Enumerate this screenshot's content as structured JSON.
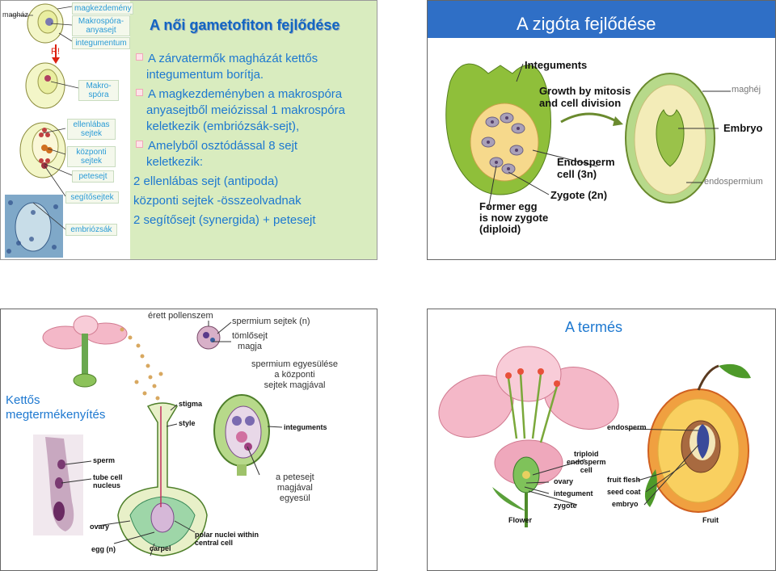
{
  "panel1": {
    "title": "A női gametofiton fejlődése",
    "side_labels": {
      "maghaz": "magház",
      "magkezdemeny": "magkezdemény",
      "makrospora_anyasejt": "Makrospóra-\nanyasejt",
      "integumentum": "integumentum",
      "r": "R!",
      "makrospora": "Makro-\nspóra",
      "ellenlabas": "ellenlábas\nsejtek",
      "kozponti": "központi\nsejtek",
      "petesejt": "petesejt",
      "segitosejtek": "segítősejtek",
      "embriozsak": "embriózsák"
    },
    "bullets": [
      "A zárvatermők magházát kettős",
      "integumentum borítja.",
      "A magkezdeményben a makrospóra",
      "anyasejtből meiózissal  1 makrospóra",
      "keletkezik (embriózsák-sejt),",
      "Amelyből osztódással 8 sejt",
      "keletkezik:"
    ],
    "plain_lines": [
      "2 ellenlábas sejt (antipoda)",
      "központi sejtek -összeolvadnak",
      "2 segítősejt (synergida) + petesejt"
    ]
  },
  "panel2": {
    "title": "A zigóta fejlődése",
    "labels": {
      "integuments": "Integuments",
      "growth": "Growth by mitosis\nand cell division",
      "maghej": "maghéj",
      "embryo": "Embryo",
      "endosperm": "Endosperm\ncell (3n)",
      "endospermium": "endospermium",
      "zygote": "Zygote (2n)",
      "former_egg": "Former egg\nis now zygote\n(diploid)"
    }
  },
  "panel3": {
    "labels": {
      "erett_pollenszem": "érett pollenszem",
      "spermium_sejtek": "spermium sejtek (n)",
      "tomlosejt": "tömlősejt\nmagja",
      "spermium_egyesulese": "spermium egyesülése\na központi\nsejtek magjával",
      "kettos": "Kettős\nmegtermékenyítés",
      "stigma": "stigma",
      "style": "style",
      "integuments": "integuments",
      "sperm": "sperm",
      "tube_cell": "tube cell\nnucleus",
      "petesejt": "a petesejt\nmagjával\negyesül",
      "ovary": "ovary",
      "egg": "egg (n)",
      "carpel": "carpel",
      "polar": "polar nuclei within\ncentral cell"
    }
  },
  "panel4": {
    "title": "A termés",
    "labels": {
      "endosperm": "endosperm",
      "triploid": "triploid\nendosperm\ncell",
      "ovary": "ovary",
      "fruit_flesh": "fruit flesh",
      "integument": "integument",
      "seed_coat": "seed coat",
      "zygote": "zygote",
      "embryo": "embryo",
      "flower": "Flower",
      "fruit": "Fruit"
    }
  },
  "colors": {
    "panel1_bg": "#d9ecbf",
    "title_blue": "#1366c2",
    "text_blue": "#1d78d0",
    "light_blue": "#2a9bd6"
  }
}
